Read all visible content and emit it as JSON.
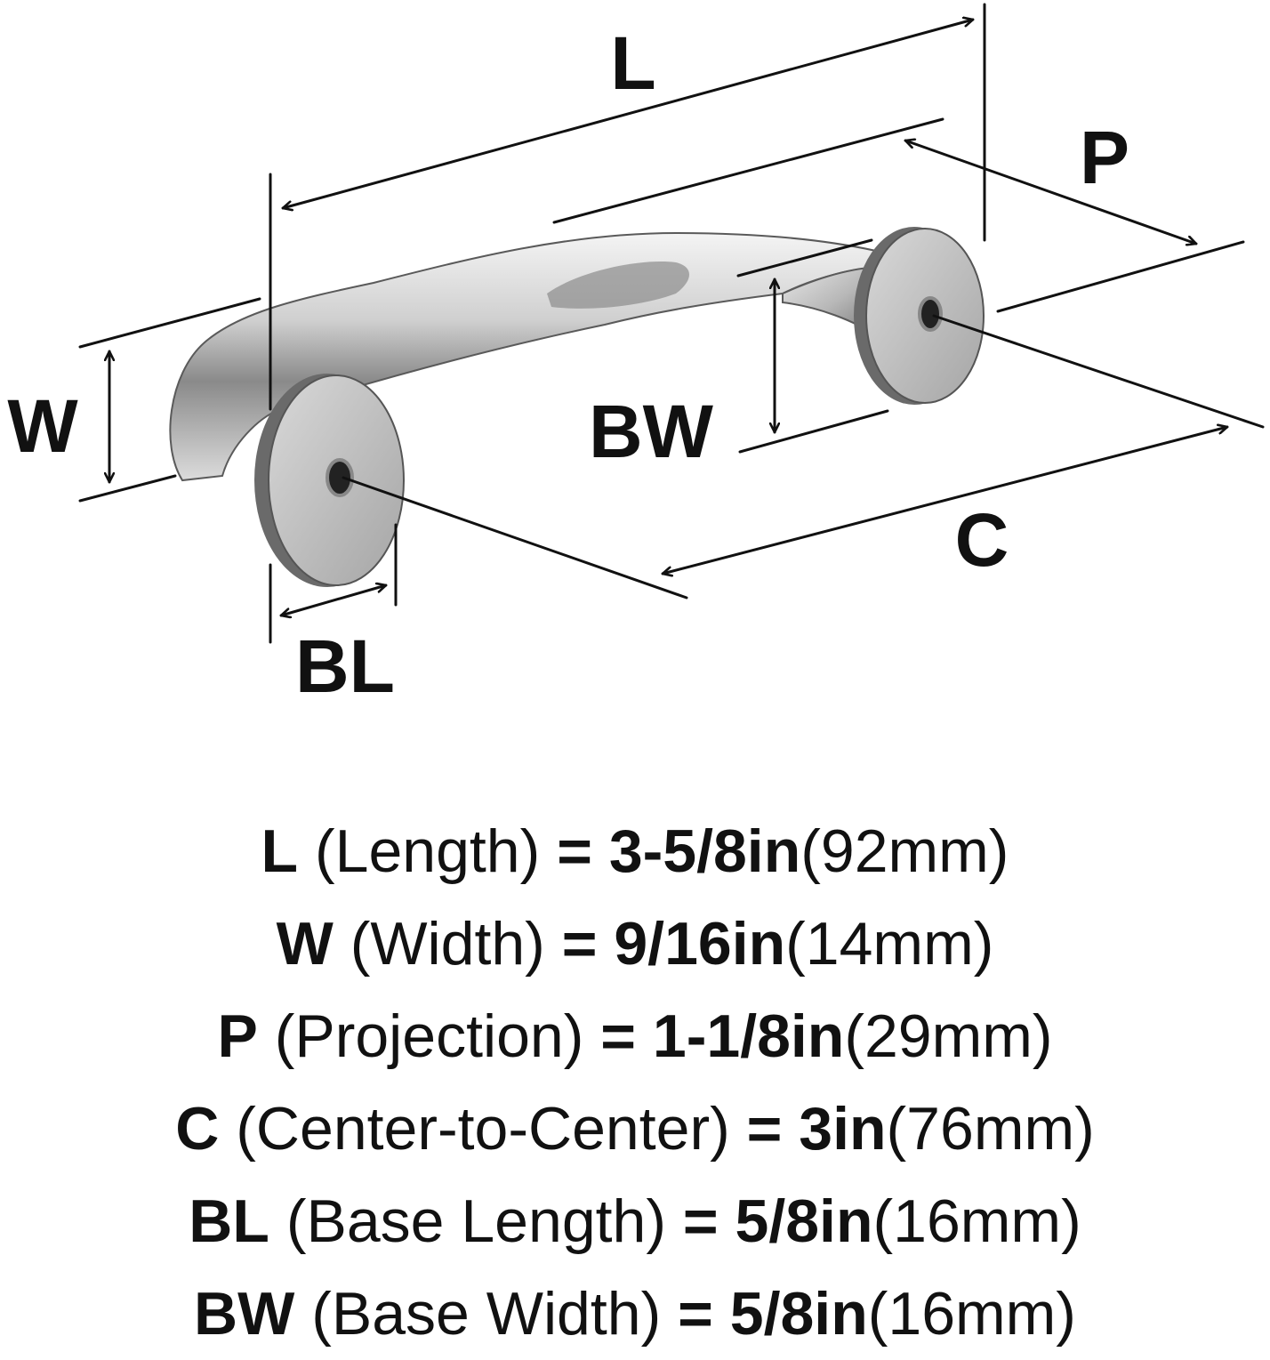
{
  "diagram": {
    "labels": {
      "L": "L",
      "P": "P",
      "W": "W",
      "BW": "BW",
      "C": "C",
      "BL": "BL"
    }
  },
  "specs": [
    {
      "key": "L",
      "name": "(Length)",
      "eq": "=",
      "imperial": "3-5/8in",
      "metric": "(92mm)"
    },
    {
      "key": "W",
      "name": "(Width)",
      "eq": "=",
      "imperial": "9/16in",
      "metric": "(14mm)"
    },
    {
      "key": "P",
      "name": "(Projection)",
      "eq": "=",
      "imperial": "1-1/8in",
      "metric": "(29mm)"
    },
    {
      "key": "C",
      "name": "(Center-to-Center)",
      "eq": "=",
      "imperial": "3in",
      "metric": "(76mm)"
    },
    {
      "key": "BL",
      "name": "(Base Length)",
      "eq": "=",
      "imperial": "5/8in",
      "metric": "(16mm)"
    },
    {
      "key": "BW",
      "name": "(Base Width)",
      "eq": "=",
      "imperial": "5/8in",
      "metric": "(16mm)"
    }
  ]
}
